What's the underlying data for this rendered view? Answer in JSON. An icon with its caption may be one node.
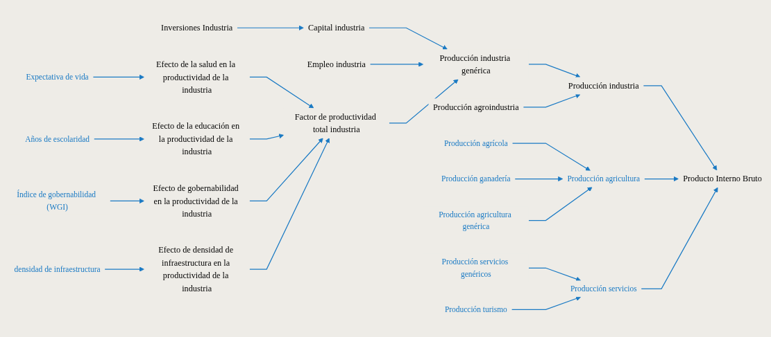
{
  "diagram": {
    "nodes": [
      {
        "text": [
          "Inversiones Industria"
        ]
      },
      {
        "text": [
          "Empleo industria"
        ]
      },
      {
        "text": [
          "Capital industria"
        ]
      },
      {
        "text": [
          "Producción agroindustria"
        ]
      },
      {
        "text": [
          "Producción industria genérica"
        ]
      },
      {
        "text": [
          "Producción industria"
        ]
      },
      {
        "text": [
          "Expectativa de vida"
        ]
      },
      {
        "text": [
          "Efecto de la salud en la productividad de la industria"
        ]
      },
      {
        "text": [
          "Factor de productividad total industria"
        ]
      },
      {
        "text": [
          "Producto Interno Bruto"
        ]
      },
      {
        "text": [
          "Producción agricultura"
        ]
      },
      {
        "text": [
          "Producción agrícola"
        ]
      },
      {
        "text": [
          "Efecto de la educación en la productividad de la industria"
        ]
      },
      {
        "text": [
          "Producción servicios"
        ]
      },
      {
        "text": [
          "Años de escolaridad"
        ]
      },
      {
        "text": [
          "Producción ganadería"
        ]
      },
      {
        "text": [
          "Efecto de gobernabilidad en la productividad de la industria"
        ]
      },
      {
        "text": [
          "Producción agricultura genérica"
        ]
      },
      {
        "text": [
          "Producción servicios genéricos"
        ]
      },
      {
        "text": [
          "Producción turismo"
        ]
      },
      {
        "text": [
          "Efecto de densidad de infraestructura en la productividad de la industria"
        ]
      },
      {
        "text": [
          "Índice de gobernabilidad (WGI)"
        ]
      },
      {
        "text": [
          "densidad de infraestructura"
        ]
      }
    ],
    "edges": [
      {
        "from": 0,
        "to": 2,
        "arrow": "to"
      },
      {
        "from": 2,
        "to": 4,
        "arrow": "to"
      },
      {
        "from": 1,
        "to": 4,
        "arrow": "to"
      },
      {
        "from": 8,
        "to": 4,
        "arrow": "to"
      },
      {
        "from": 4,
        "to": 5,
        "arrow": "to"
      },
      {
        "from": 3,
        "to": 5,
        "arrow": "to"
      },
      {
        "from": 5,
        "to": 9,
        "arrow": "to"
      },
      {
        "from": 6,
        "to": 7,
        "arrow": "to"
      },
      {
        "from": 7,
        "to": 8,
        "arrow": "to"
      },
      {
        "from": 12,
        "to": 8,
        "arrow": "to"
      },
      {
        "from": 16,
        "to": 8,
        "arrow": "to"
      },
      {
        "from": 20,
        "to": 8,
        "arrow": "to"
      },
      {
        "from": 14,
        "to": 12,
        "arrow": "to"
      },
      {
        "from": 21,
        "to": 16,
        "arrow": "to"
      },
      {
        "from": 22,
        "to": 20,
        "arrow": "to"
      },
      {
        "from": 11,
        "to": 10,
        "arrow": "to"
      },
      {
        "from": 15,
        "to": 10,
        "arrow": "to"
      },
      {
        "from": 17,
        "to": 10,
        "arrow": "to"
      },
      {
        "from": 10,
        "to": 9,
        "arrow": "to"
      },
      {
        "from": 18,
        "to": 13,
        "arrow": "to"
      },
      {
        "from": 19,
        "to": 13,
        "arrow": "to"
      },
      {
        "from": 13,
        "to": 9,
        "arrow": "to"
      }
    ]
  }
}
